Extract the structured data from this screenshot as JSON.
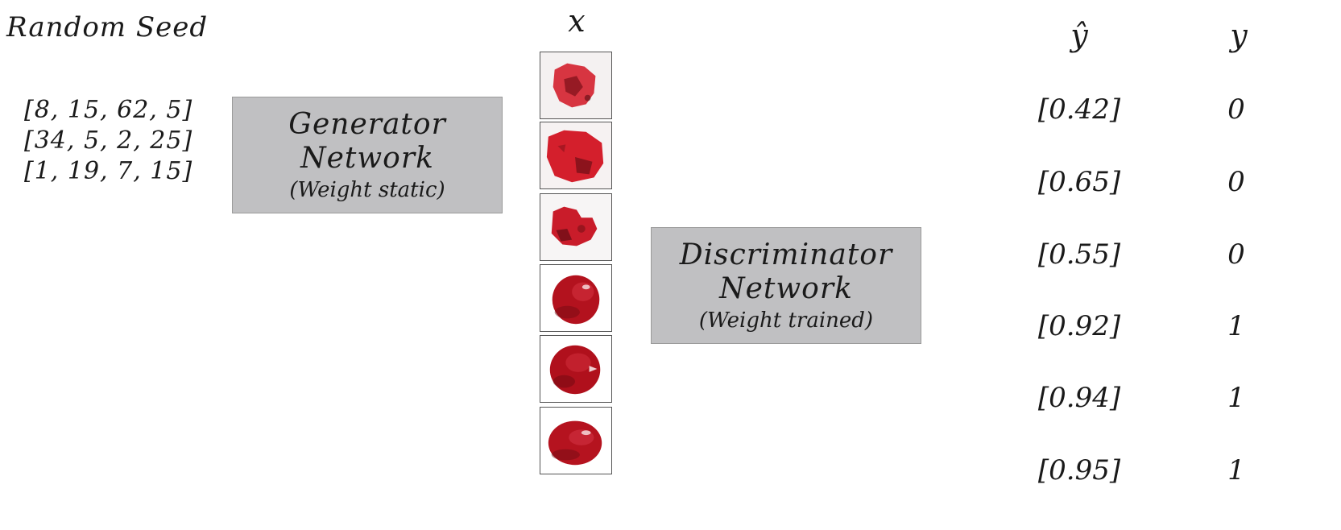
{
  "seed": {
    "title": "Random Seed",
    "rows": [
      "[8, 15, 62, 5]",
      "[34, 5, 2, 25]",
      "[1, 19, 7, 15]"
    ]
  },
  "generator": {
    "name_line1": "Generator",
    "name_line2": "Network",
    "note": "(Weight static)"
  },
  "discriminator": {
    "name_line1": "Discriminator",
    "name_line2": "Network",
    "note": "(Weight trained)"
  },
  "columns": {
    "x": "x",
    "y_hat": "ŷ",
    "y": "y"
  },
  "samples": [
    {
      "kind": "generated",
      "y_hat": "[0.42]",
      "y": "0"
    },
    {
      "kind": "generated",
      "y_hat": "[0.65]",
      "y": "0"
    },
    {
      "kind": "generated",
      "y_hat": "[0.55]",
      "y": "0"
    },
    {
      "kind": "real",
      "y_hat": "[0.92]",
      "y": "1"
    },
    {
      "kind": "real",
      "y_hat": "[0.94]",
      "y": "1"
    },
    {
      "kind": "real",
      "y_hat": "[0.95]",
      "y": "1"
    }
  ],
  "colors": {
    "box_fill": "#c0c0c2",
    "fake_red": "#d4202e",
    "real_red": "#b3121e"
  }
}
